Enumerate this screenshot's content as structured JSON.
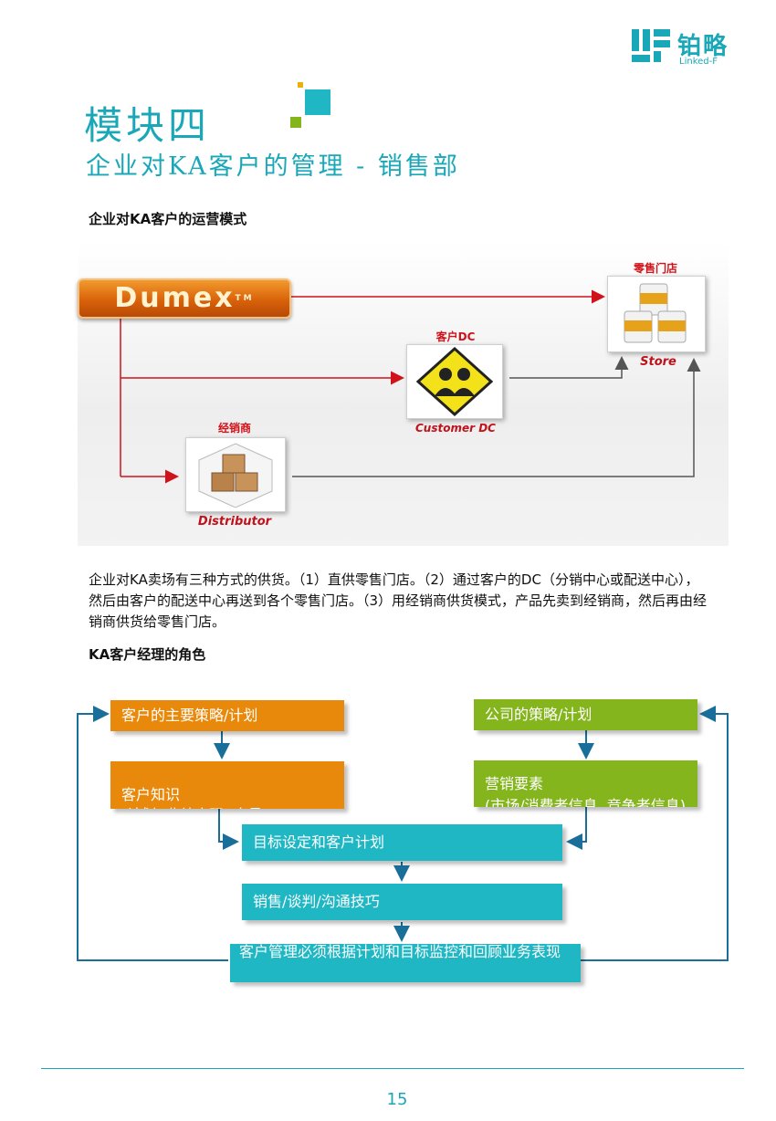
{
  "header": {
    "logo_cn": "铂略",
    "logo_en": "Linked-F"
  },
  "module": {
    "title": "模块四",
    "subtitle": "企业对KA客户的管理 - 销售部"
  },
  "section1": {
    "title": "企业对KA客户的运营模式",
    "diagram": {
      "brand": "Dumex",
      "trademark": "TM",
      "store_label_top": "零售门店",
      "store_label_bot": "Store",
      "dc_label_top": "客户DC",
      "dc_label_bot": "Customer DC",
      "distributor_label_top": "经销商",
      "distributor_label_bot": "Distributor"
    },
    "paragraph": "企业对KA卖场有三种方式的供货。（1）直供零售门店。（2）通过客户的DC（分销中心或配送中心），然后由客户的配送中心再送到各个零售门店。（3）用经销商供货模式，产品先卖到经销商，然后再由经销商供货给零售门店。"
  },
  "section2": {
    "title": "KA客户经理的角色",
    "boxes": {
      "client_strategy": "客户的主要策略/计划",
      "client_knowledge": "客户知识\n(计划, 业绩表现, 人员)",
      "company_strategy": "公司的策略/计划",
      "marketing_elements": "营销要素\n(市场/消费者信息, 竞争者信息)",
      "goal_setting": "目标设定和客户计划",
      "sales_skills": "销售/谈判/沟通技巧",
      "account_management": "客户管理必须根据计划和目标监控和回顾业务表现"
    }
  },
  "footer": {
    "page_number": "15"
  },
  "colors": {
    "accent": "#1aa8b8",
    "orange": "#e8890b",
    "green": "#84b51d",
    "teal": "#1fb7c3",
    "arrow_red": "#d0121a",
    "arrow_grey": "#555555"
  }
}
